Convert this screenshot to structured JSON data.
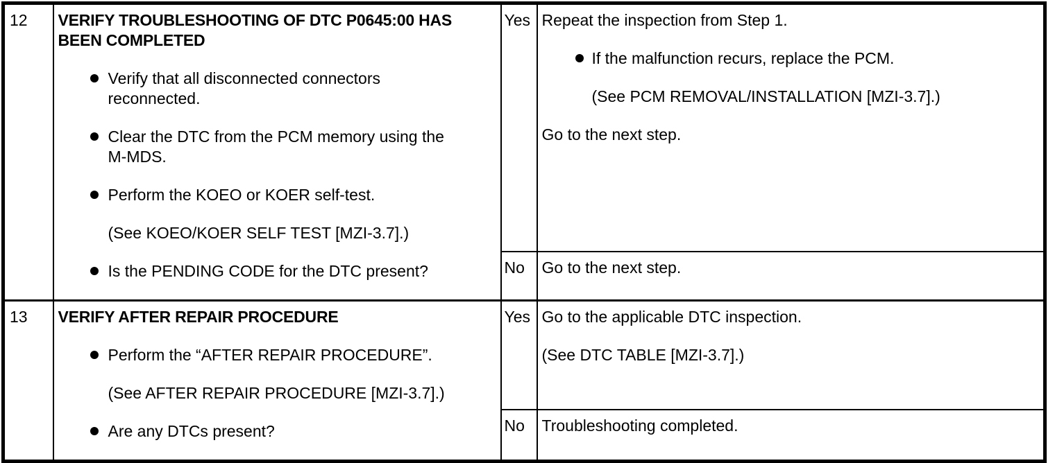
{
  "ui": {
    "text_color": "#000000",
    "background_color": "#ffffff",
    "border_color": "#000000"
  },
  "table": {
    "steps": [
      {
        "step": "12",
        "inspection": {
          "title": "VERIFY TROUBLESHOOTING OF DTC P0645:00 HAS\nBEEN COMPLETED",
          "items": [
            {
              "type": "bullet",
              "text": "Verify that all disconnected connectors\nreconnected."
            },
            {
              "type": "bullet",
              "text": "Clear the DTC from the PCM memory using the\nM-MDS."
            },
            {
              "type": "bullet",
              "text": "Perform the KOEO or KOER self-test."
            },
            {
              "type": "note",
              "text": "(See KOEO/KOER SELF TEST [MZI-3.7].)"
            },
            {
              "type": "bullet",
              "text": "Is the PENDING CODE for the DTC present?"
            }
          ]
        },
        "yes": {
          "label": "Yes",
          "items": [
            {
              "type": "text",
              "text": "Repeat the inspection from Step 1."
            },
            {
              "type": "bullet",
              "text": "If the malfunction recurs, replace the PCM."
            },
            {
              "type": "note",
              "text": "(See PCM REMOVAL/INSTALLATION [MZI-3.7].)"
            },
            {
              "type": "text",
              "text": "Go to the next step."
            }
          ]
        },
        "no": {
          "label": "No",
          "items": [
            {
              "type": "text",
              "text": "Go to the next step."
            }
          ]
        }
      },
      {
        "step": "13",
        "inspection": {
          "title": "VERIFY AFTER REPAIR PROCEDURE",
          "items": [
            {
              "type": "bullet",
              "text": "Perform the “AFTER REPAIR PROCEDURE”."
            },
            {
              "type": "note",
              "text": "(See AFTER REPAIR PROCEDURE [MZI-3.7].)"
            },
            {
              "type": "bullet",
              "text": "Are any DTCs present?"
            }
          ]
        },
        "yes": {
          "label": "Yes",
          "items": [
            {
              "type": "text",
              "text": "Go to the applicable DTC inspection."
            },
            {
              "type": "text",
              "text": "(See DTC TABLE [MZI-3.7].)"
            }
          ]
        },
        "no": {
          "label": "No",
          "items": [
            {
              "type": "text",
              "text": "Troubleshooting completed."
            }
          ]
        }
      }
    ]
  }
}
